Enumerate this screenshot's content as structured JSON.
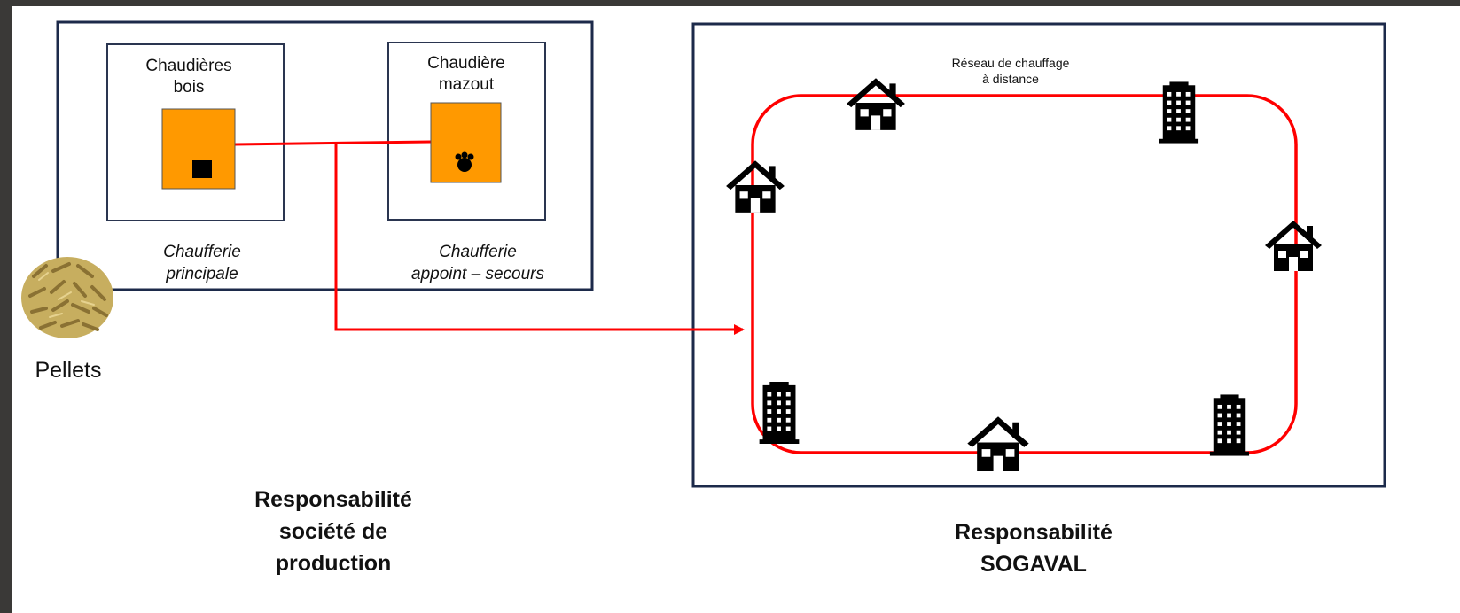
{
  "production": {
    "wood_boilers_title": "Chaudières\nbois",
    "oil_boiler_title": "Chaudière\nmazout",
    "main_room_caption": "Chaufferie\nprincipale",
    "backup_room_caption": "Chaufferie\nappoint – secours",
    "responsibility": "Responsabilité\nsociété de\nproduction"
  },
  "pellets": {
    "label": "Pellets"
  },
  "network": {
    "title": "Réseau de chauffage\nà distance",
    "responsibility": "Responsabilité\nSOGAVAL"
  },
  "colors": {
    "frame": "#1c2a4a",
    "pipe": "#ff0000",
    "boiler": "#ff9900",
    "icon": "#000000"
  },
  "icons": [
    "house-icon",
    "building-icon",
    "fire-icon",
    "pellets-icon"
  ]
}
